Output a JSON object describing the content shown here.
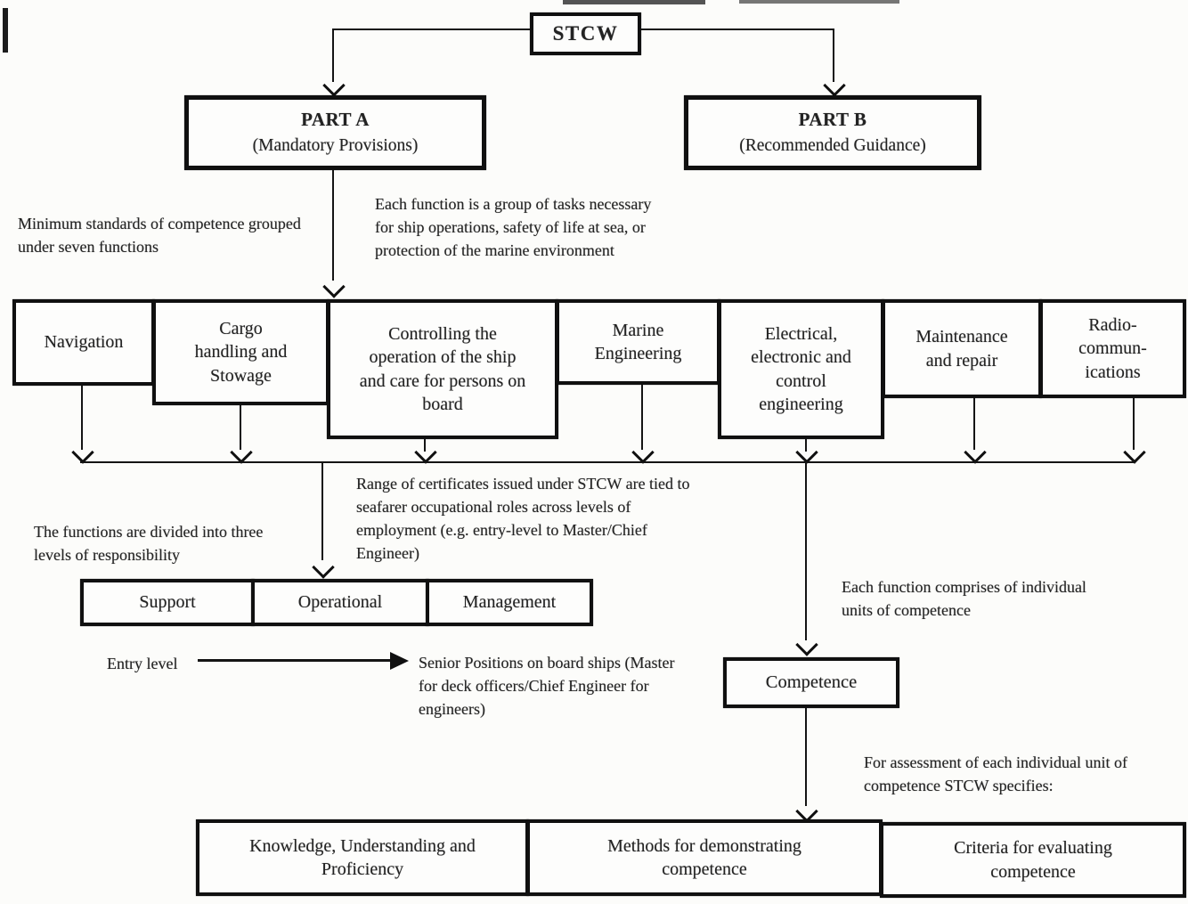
{
  "root_box": "STCW",
  "part_a": {
    "title": "PART A",
    "subtitle": "(Mandatory Provisions)"
  },
  "part_b": {
    "title": "PART B",
    "subtitle": "(Recommended Guidance)"
  },
  "notes": {
    "min_standards": "Minimum standards of competence grouped under seven functions",
    "function_def": "Each function is a group of tasks necessary for ship operations, safety of life at sea, or protection of the marine environment",
    "certificates_range": "Range of certificates issued under STCW are tied to seafarer occupational roles across levels of employment (e.g. entry-level to Master/Chief Engineer)",
    "levels_note": "The functions are divided into three levels of responsibility",
    "entry_level": "Entry level",
    "senior_positions": "Senior Positions on board ships (Master for deck officers/Chief Engineer for engineers)",
    "comprises": "Each function comprises of individual units of competence",
    "assessment": "For assessment of each individual unit of competence STCW specifies:"
  },
  "functions": [
    "Navigation",
    "Cargo handling and Stowage",
    "Controlling the operation of the ship and care for persons on board",
    "Marine Engineering",
    "Electrical, electronic and control engineering",
    "Maintenance and repair",
    "Radio-commun-ications"
  ],
  "levels": [
    "Support",
    "Operational",
    "Management"
  ],
  "competence_box": "Competence",
  "assessment_boxes": [
    "Knowledge, Understanding and Proficiency",
    "Methods for demonstrating competence",
    "Criteria for evaluating competence"
  ],
  "colors": {
    "ink": "#141414",
    "paper": "#fcfcfa"
  }
}
